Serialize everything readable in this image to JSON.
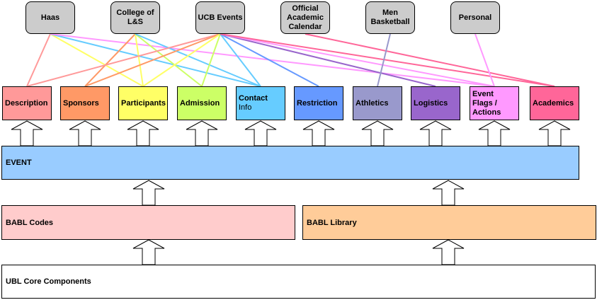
{
  "sources": [
    {
      "id": "haas",
      "label": "Haas",
      "color": "#cccccc"
    },
    {
      "id": "college-ls",
      "label": "College of\nL&S",
      "color": "#cccccc"
    },
    {
      "id": "ucb-events",
      "label": "UCB Events",
      "color": "#cccccc"
    },
    {
      "id": "official-academic-calendar",
      "label": "Official\nAcademic\nCalendar",
      "color": "#cccccc"
    },
    {
      "id": "men-basketball",
      "label": "Men\nBasketball",
      "color": "#cccccc"
    },
    {
      "id": "personal",
      "label": "Personal",
      "color": "#cccccc"
    }
  ],
  "modules": [
    {
      "id": "description",
      "label": "Description",
      "sub": "",
      "color": "#ff9999"
    },
    {
      "id": "sponsors",
      "label": "Sponsors",
      "sub": "",
      "color": "#ff9966"
    },
    {
      "id": "participants",
      "label": "Participants",
      "sub": "",
      "color": "#ffff66"
    },
    {
      "id": "admission",
      "label": "Admission",
      "sub": "",
      "color": "#ccff66"
    },
    {
      "id": "contact",
      "label": "Contact",
      "sub": "Info",
      "color": "#66ccff"
    },
    {
      "id": "restriction",
      "label": "Restriction",
      "sub": "",
      "color": "#6699ff"
    },
    {
      "id": "athletics",
      "label": "Athletics",
      "sub": "",
      "color": "#9999cc"
    },
    {
      "id": "logistics",
      "label": "Logistics",
      "sub": "",
      "color": "#9966cc"
    },
    {
      "id": "event-flags",
      "label": "Event\nFlags /\nActions",
      "sub": "",
      "color": "#ff99ff"
    },
    {
      "id": "academics",
      "label": "Academics",
      "sub": "",
      "color": "#ff6699"
    }
  ],
  "layers": {
    "event": {
      "label": "EVENT",
      "color": "#99ccff"
    },
    "babl_codes": {
      "label": "BABL Codes",
      "color": "#ffcccc"
    },
    "babl_library": {
      "label": "BABL Library",
      "color": "#ffcc99"
    },
    "ubl_core": {
      "label": "UBL Core Components",
      "color": "#ffffff"
    }
  },
  "connections": [
    {
      "from": "haas",
      "to": "description",
      "color": "#ff9999"
    },
    {
      "from": "haas",
      "to": "participants",
      "color": "#ffff66"
    },
    {
      "from": "haas",
      "to": "contact",
      "color": "#66ccff"
    },
    {
      "from": "haas",
      "to": "event-flags",
      "color": "#ff99ff"
    },
    {
      "from": "college-ls",
      "to": "sponsors",
      "color": "#ff9966"
    },
    {
      "from": "college-ls",
      "to": "participants",
      "color": "#ffff66"
    },
    {
      "from": "college-ls",
      "to": "admission",
      "color": "#ccff66"
    },
    {
      "from": "college-ls",
      "to": "contact",
      "color": "#66ccff"
    },
    {
      "from": "ucb-events",
      "to": "description",
      "color": "#ff9999"
    },
    {
      "from": "ucb-events",
      "to": "sponsors",
      "color": "#ff9966"
    },
    {
      "from": "ucb-events",
      "to": "participants",
      "color": "#ffff66"
    },
    {
      "from": "ucb-events",
      "to": "admission",
      "color": "#ccff66"
    },
    {
      "from": "ucb-events",
      "to": "contact",
      "color": "#66ccff"
    },
    {
      "from": "ucb-events",
      "to": "restriction",
      "color": "#6699ff"
    },
    {
      "from": "ucb-events",
      "to": "logistics",
      "color": "#9966cc"
    },
    {
      "from": "ucb-events",
      "to": "event-flags",
      "color": "#ff99ff"
    },
    {
      "from": "ucb-events",
      "to": "academics",
      "color": "#ff6699"
    },
    {
      "from": "official-academic-calendar",
      "to": "academics",
      "color": "#ff6699"
    },
    {
      "from": "men-basketball",
      "to": "athletics",
      "color": "#9999cc"
    },
    {
      "from": "personal",
      "to": "event-flags",
      "color": "#ff99ff"
    }
  ]
}
